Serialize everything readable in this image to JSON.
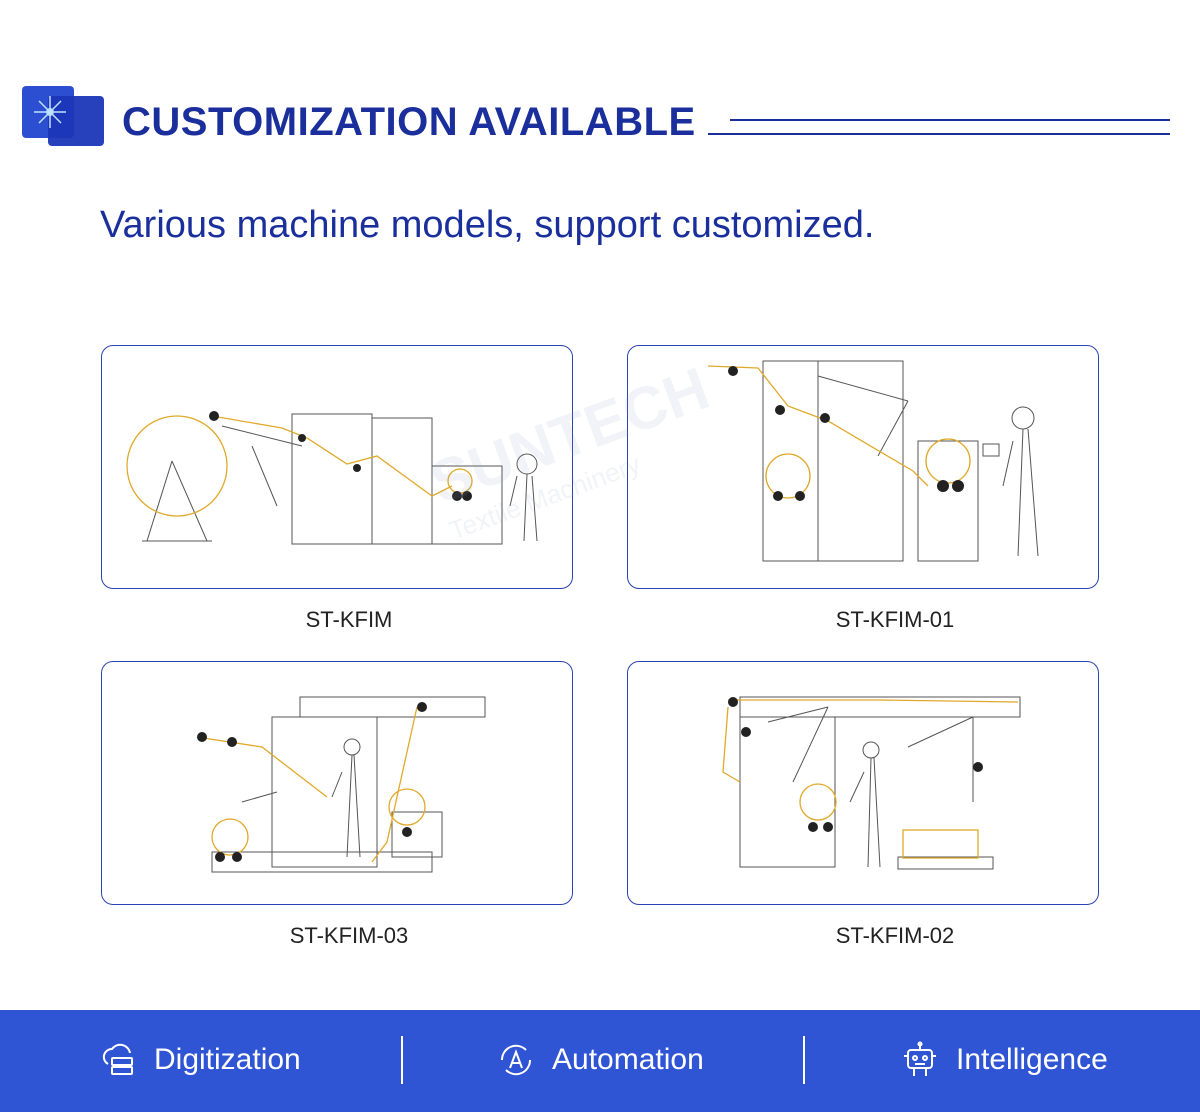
{
  "header": {
    "title": "CUSTOMIZATION AVAILABLE",
    "subtitle": "Various machine models, support customized."
  },
  "watermark": {
    "brand": "SUNTECH",
    "tagline": "Textile Machinery"
  },
  "cards": [
    {
      "caption": "ST-KFIM"
    },
    {
      "caption": "ST-KFIM-01"
    },
    {
      "caption": "ST-KFIM-03"
    },
    {
      "caption": "ST-KFIM-02"
    }
  ],
  "footer": {
    "features": [
      {
        "label": "Digitization",
        "icon": "cloud-server-icon"
      },
      {
        "label": "Automation",
        "icon": "automation-icon"
      },
      {
        "label": "Intelligence",
        "icon": "robot-icon"
      }
    ]
  },
  "colors": {
    "brand": "#1a2f9c",
    "footer_bg": "#2f55d4",
    "fabric_line": "#e0a92a",
    "machine_line": "#555555"
  }
}
